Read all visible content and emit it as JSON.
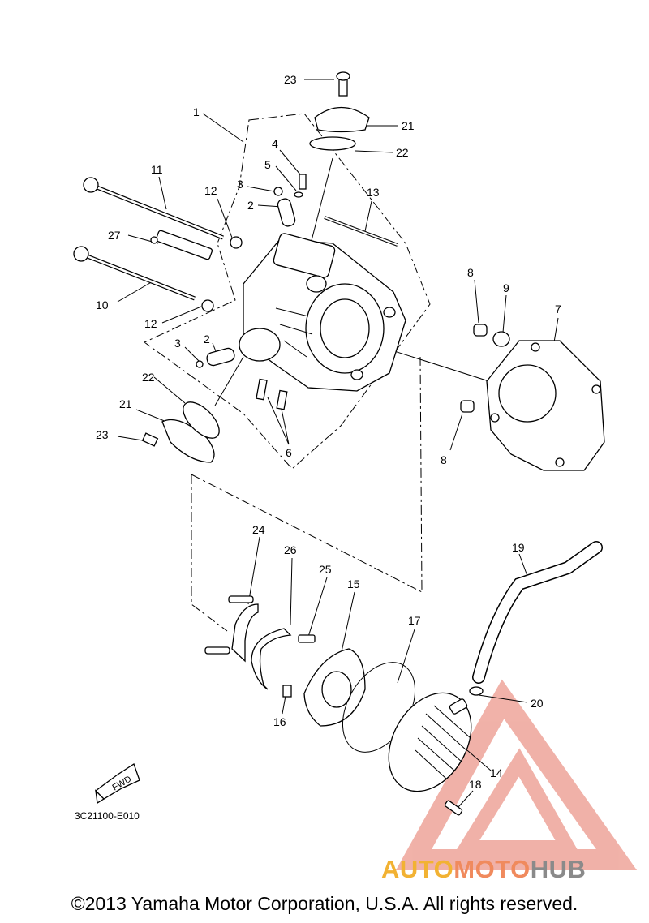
{
  "diagram": {
    "part_code": "3C21100-E010",
    "fwd_label": "FWD",
    "callouts": [
      "1",
      "2",
      "3",
      "4",
      "5",
      "6",
      "7",
      "8",
      "9",
      "10",
      "11",
      "12",
      "13",
      "14",
      "15",
      "16",
      "17",
      "18",
      "19",
      "20",
      "21",
      "22",
      "23",
      "24",
      "25",
      "26",
      "27"
    ]
  },
  "watermark": {
    "brand_part1": "AUTO",
    "brand_part2": "MOTO",
    "brand_part3": "HUB",
    "color1": "#f2b233",
    "color2": "#f08a5d",
    "color3": "#8a8a8a"
  },
  "footer": {
    "copyright": "©2013 Yamaha Motor Corporation, U.S.A. All rights reserved."
  }
}
